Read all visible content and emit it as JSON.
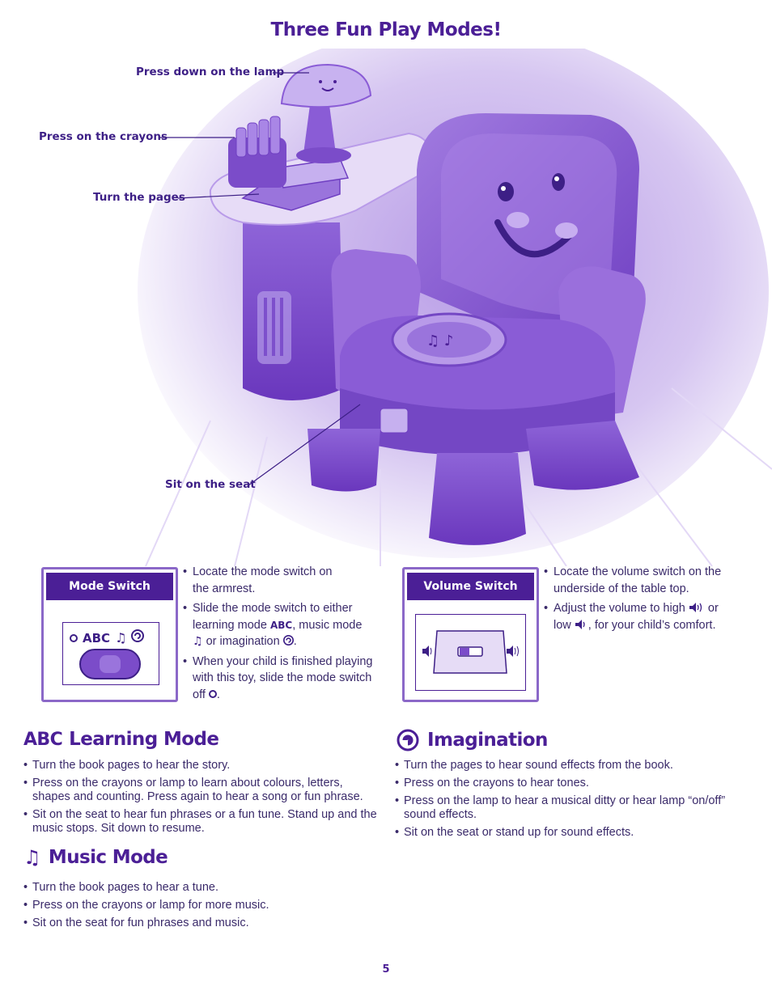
{
  "title": "Three Fun Play Modes!",
  "callouts": {
    "lamp": "Press down on the lamp",
    "crayons": "Press on the crayons",
    "pages": "Turn the pages",
    "seat": "Sit on the seat"
  },
  "mode_switch": {
    "header": "Mode Switch",
    "abc_label": "ABC",
    "bullets": [
      {
        "a": "Locate the mode switch on",
        "b": "the armrest."
      },
      {
        "a": "Slide the mode switch to either",
        "b": "learning mode",
        "abc": "ABC",
        "c": ", music mode",
        "d": "or imagination",
        "e": "."
      },
      {
        "a": "When your child is finished playing",
        "b": "with this toy, slide the mode switch",
        "c": "off",
        "d": "."
      }
    ]
  },
  "volume_switch": {
    "header": "Volume Switch",
    "bullets": [
      {
        "a": "Locate the volume switch on the",
        "b": "underside of the table top."
      },
      {
        "a": "Adjust the volume to high",
        "b": "or",
        "c": "low",
        "d": ", for your child’s comfort."
      }
    ]
  },
  "learning_mode": {
    "abc": "ABC",
    "title": "Learning Mode",
    "items": [
      "Turn the book pages to hear the story.",
      "Press on the crayons or lamp to learn about colours, letters, shapes and counting. Press again to hear a song or fun phrase.",
      "Sit on the seat to hear fun phrases or a fun tune. Stand up and the music stops. Sit down to resume."
    ]
  },
  "music_mode": {
    "title": "Music Mode",
    "items": [
      "Turn the book pages to hear a tune.",
      "Press on the crayons or lamp for more music.",
      "Sit on the seat for fun phrases and music."
    ]
  },
  "imagination": {
    "title": "Imagination",
    "items": [
      "Turn the pages to hear sound effects from the book.",
      "Press on the crayons to hear tones.",
      "Press on the lamp to hear a musical ditty or hear lamp “on/off” sound effects.",
      "Sit on the seat or stand up for sound effects."
    ]
  },
  "page_number": "5",
  "colors": {
    "accent": "#4b1f96",
    "panel_border": "#8b68c8",
    "chair": "#8a5cd6"
  },
  "icons": [
    "music-notes-icon",
    "swirl-icon",
    "off-circle-icon",
    "speaker-low-icon",
    "speaker-high-icon"
  ]
}
